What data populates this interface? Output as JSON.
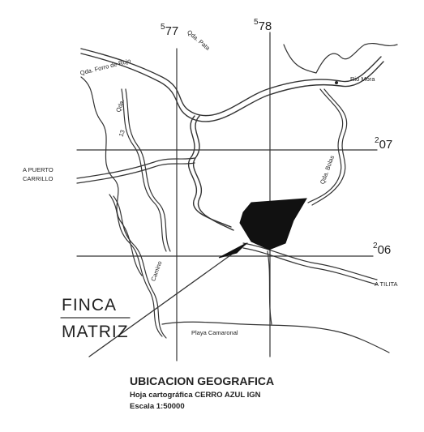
{
  "grid": {
    "easting_1": {
      "sup": "5",
      "main": "77"
    },
    "easting_2": {
      "sup": "5",
      "main": "78"
    },
    "northing_1": {
      "sup": "2",
      "main": "07"
    },
    "northing_2": {
      "sup": "2",
      "main": "06"
    }
  },
  "place_labels": {
    "quebrada_forro": "Qda. Forro de Rojo",
    "quebrada_left": "Qda.",
    "quebrada_13": "13",
    "puerto_line1": "A PUERTO",
    "puerto_line2": "CARRILLO",
    "rio_mora": "Rio Mora",
    "quebrada_right": "Qda. Bolas",
    "a_tilita": "A TILITA",
    "playa": "Playa Camaronal",
    "camino": "Camino",
    "rio_upper": "Qda. Pata"
  },
  "annotation": {
    "finca": "FINCA",
    "matriz": "MATRIZ"
  },
  "caption": {
    "title": "UBICACION GEOGRAFICA",
    "sheet": "Hoja cartográfica CERRO AZUL IGN",
    "scale": "Escala 1:50000"
  },
  "colors": {
    "ink": "#222222",
    "background": "#ffffff"
  }
}
